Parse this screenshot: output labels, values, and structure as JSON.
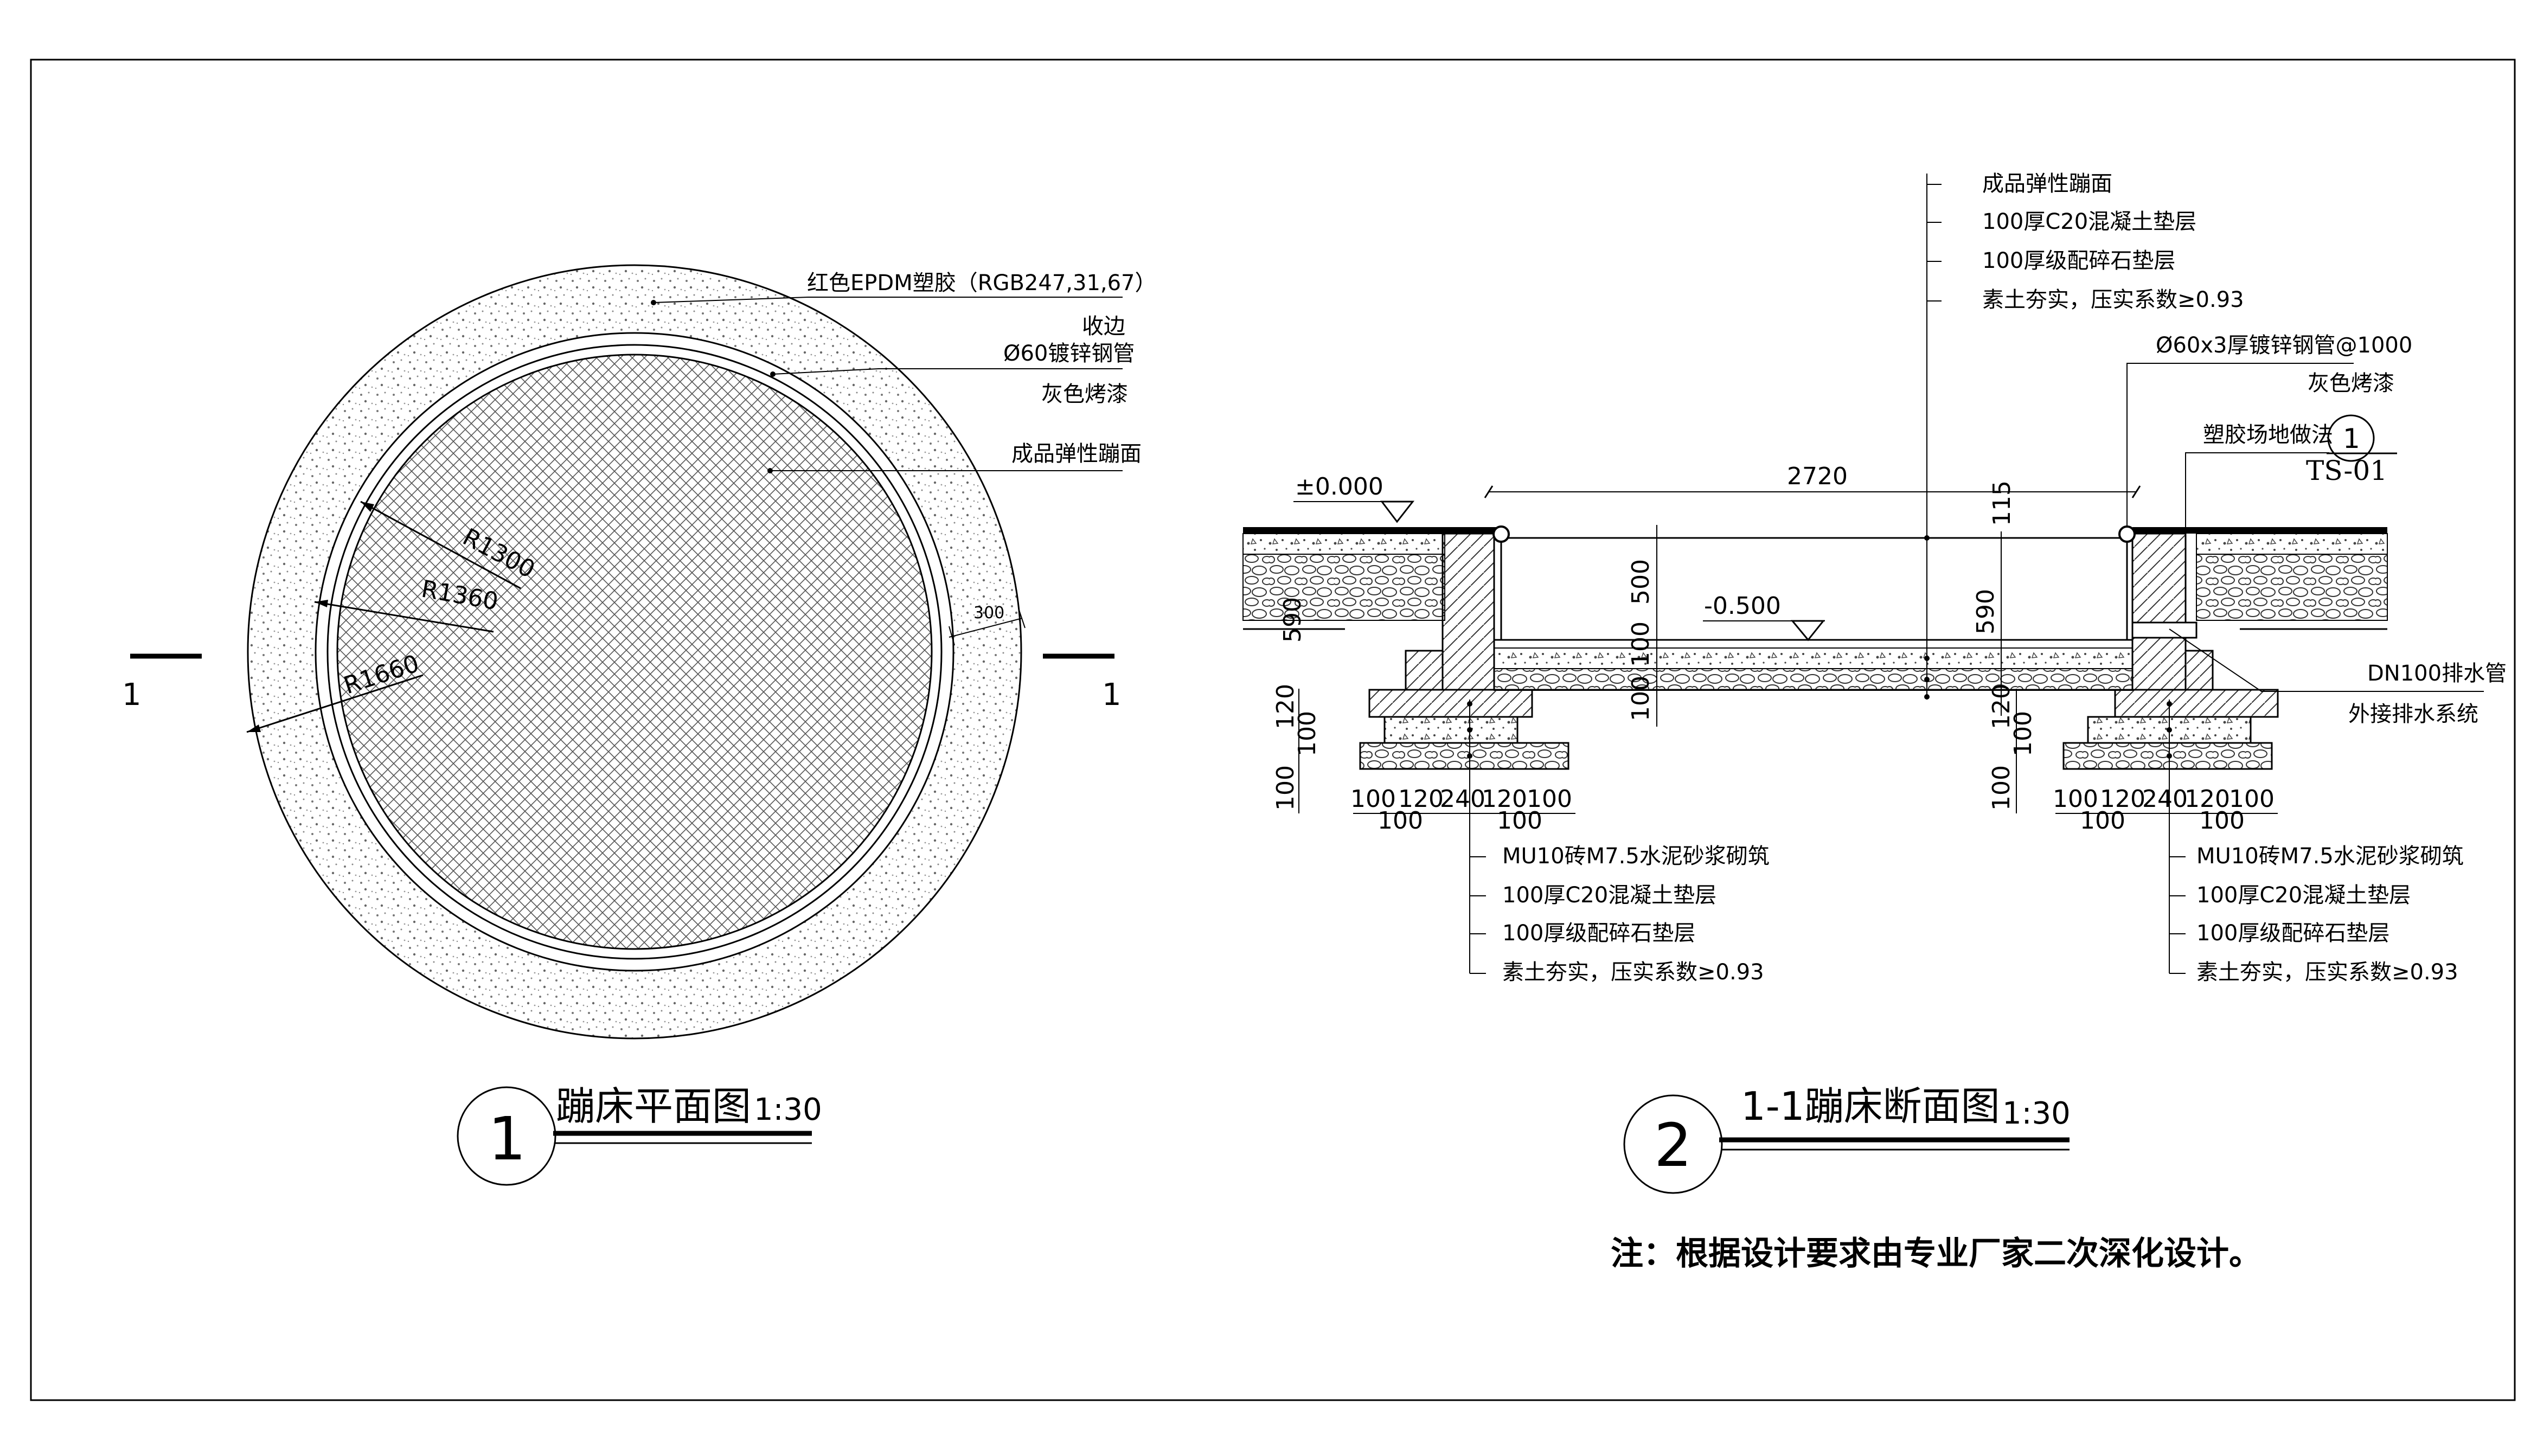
{
  "plan": {
    "title": "蹦床平面图",
    "scale": "1:30",
    "number": "1",
    "section_mark": "1",
    "leaders": [
      "红色EPDM塑胶（RGB247,31,67）",
      "收边",
      "Ø60镀锌钢管",
      "灰色烤漆",
      "成品弹性蹦面"
    ],
    "radii": [
      "R1300",
      "R1360",
      "R1660"
    ],
    "ring_width": "300"
  },
  "section": {
    "title": "1-1蹦床断面图",
    "scale": "1:30",
    "number": "2",
    "center_layers": [
      "成品弹性蹦面",
      "100厚C20混凝土垫层",
      "100厚级配碎石垫层",
      "素土夯实，压实系数≥0.93"
    ],
    "pipe_label": "Ø60x3厚镀锌钢管@1000",
    "pipe_finish": "灰色烤漆",
    "ground_ref": "塑胶场地做法",
    "ref_number": "1",
    "ref_sheet": "TS-01",
    "level_top": "±0.000",
    "level_bottom": "-0.500",
    "span": "2720",
    "dim_115": "115",
    "dim_500": "500",
    "dim_590": "590",
    "dim_100": "100",
    "dim_120": "120",
    "base_dims": [
      "100",
      "120",
      "240",
      "120",
      "100"
    ],
    "base_sub": [
      "100",
      "100"
    ],
    "drain": "DN100排水管",
    "drain_note": "外接排水系统",
    "footing_layers": [
      "MU10砖M7.5水泥砂浆砌筑",
      "100厚C20混凝土垫层",
      "100厚级配碎石垫层",
      "素土夯实，压实系数≥0.93"
    ]
  },
  "note": "注：根据设计要求由专业厂家二次深化设计。"
}
